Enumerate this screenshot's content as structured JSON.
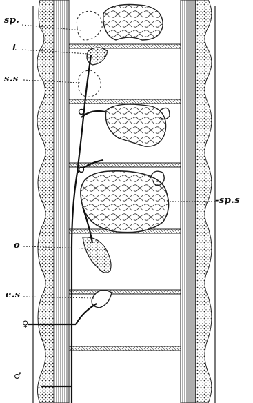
{
  "labels": {
    "sp": "sp.",
    "t": "t",
    "ss": "s.s",
    "sps": "-sp.s",
    "o": "o",
    "es": "e.s",
    "female": "♀",
    "male": "♂"
  },
  "colors": {
    "ink": "#1a1a1a",
    "paper": "#ffffff",
    "hatch": "#555555"
  }
}
